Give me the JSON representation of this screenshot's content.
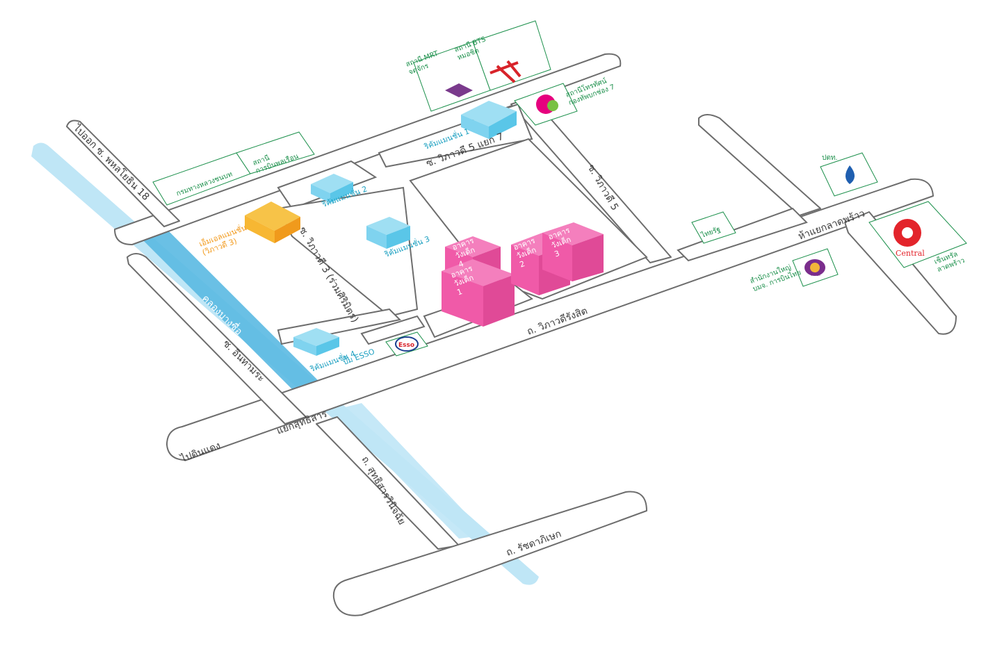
{
  "roads": {
    "top_left": "ไปออก ซ. พหลโยธิน 18",
    "vibhavadi_3": "ซ. วิภาวดี 3 (ร่วมศิริมิตร)",
    "vibhavadi_5_yaek_7": "ซ. วิภาวดี 5 แยก 7",
    "vibhavadi_5": "ซ. วิภาวดี 5",
    "vibhavadi_rangsit": "ถ. วิภาวดีรังสิต",
    "inthamara": "ซ. อินทามระ",
    "sutthisan_junction": "แยกสุทธิสาร",
    "to_din_daeng": "ไปดินแดง",
    "sutthisan_road": "ถ. สุทธิสารวินิจฉัย",
    "ratchada": "ถ. รัชดาภิเษก",
    "lat_phrao_junction": "ห้าแยกลาดพร้าว",
    "canal": "คลองบางซื่อ"
  },
  "landmarks": {
    "mrt": "สถานี MRT\nจตุจักร",
    "bts": "สถานี BTS\nหมอชิต",
    "ch7": "สถานีโทรทัศน์\nกองทัพบกช่อง 7",
    "highway_dept": "กรมทางหลวงชนบท",
    "aviation_station": "สถานี\nการบินพลเรือน",
    "ptt": "ปตท.",
    "thai_airways": "สำนักงานใหญ่\nบมจ. การบินไทย",
    "thai_rath": "ไทยรัฐ",
    "central": "เซ็นทรัล\nลาดพร้าว",
    "esso": "ปั๊ม ESSO",
    "esso_logo": "Esso",
    "central_logo": "Central",
    "thai_logo": "Thai"
  },
  "residences": {
    "r1": "ริคัมแมนชั่น 1",
    "r2": "ริคัมแมนชั่น 2",
    "r3": "ริคัมแมนชั่น 3",
    "r4": "ริคัมแมนชั่น 4",
    "mtl": "เอ็มเอลแมนชั่น\n(วิภาวดี 3)"
  },
  "buildings": {
    "b1": "อาคาร\nวังเด็ก\n1",
    "b2": "อาคาร\nวังเด็ก\n2",
    "b3": "อาคาร\nวังเด็ก\n3",
    "b4": "อาคาร\nวังเด็ก\n4"
  },
  "colors": {
    "road_fill": "#ffffff",
    "road_stroke": "#6d6d6d",
    "canal_light": "#bfe6f6",
    "canal_dark": "#5ab9e2",
    "residence_blue": "#7fd3ef",
    "mtl_orange": "#f7b733",
    "building_pink": "#f05aa8",
    "label_green": "#1a8f4a",
    "label_teal": "#1a9fc0"
  }
}
